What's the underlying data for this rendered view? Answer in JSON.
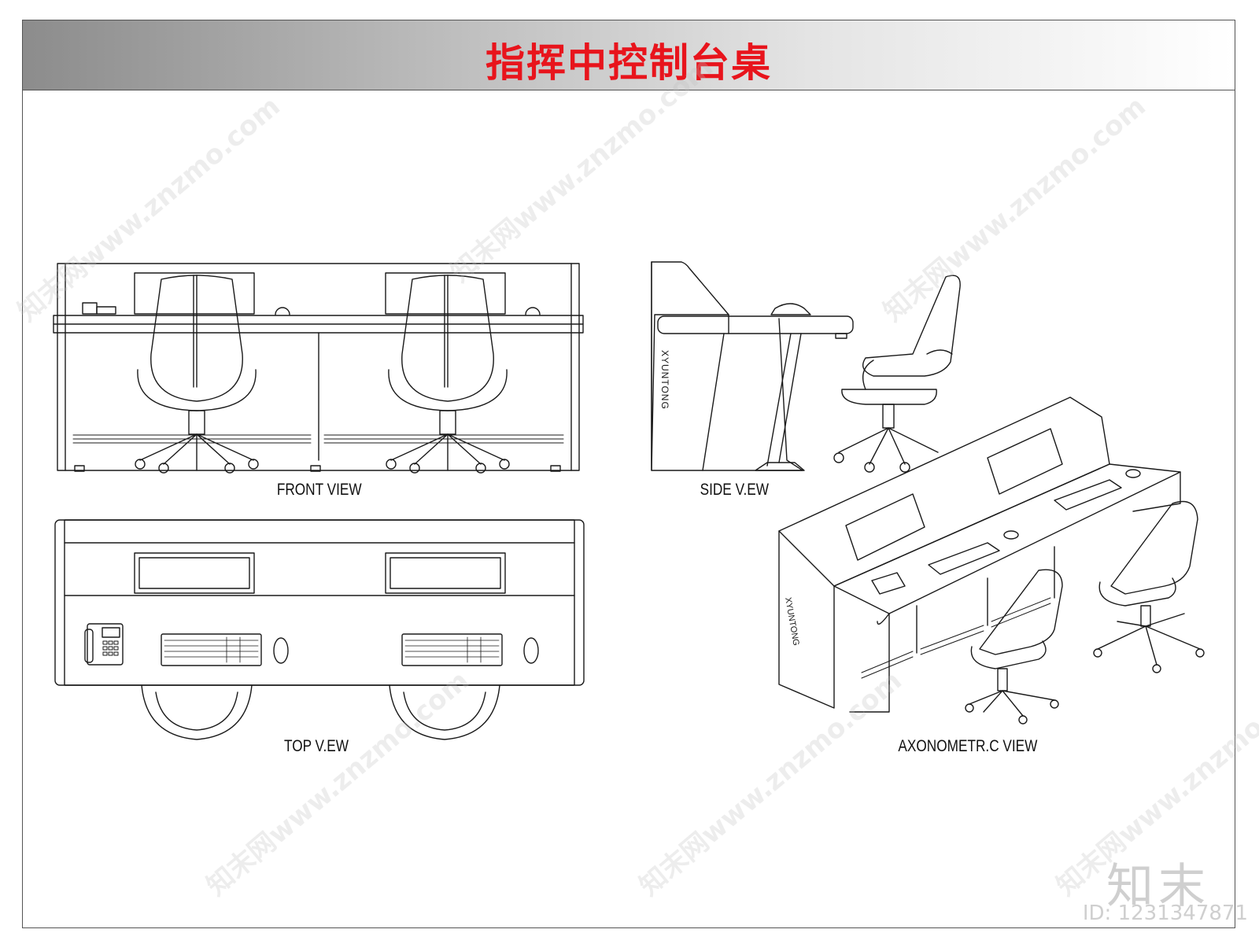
{
  "title": "指挥中控制台桌",
  "views": {
    "front": "FRONT VIEW",
    "side": "SIDE V.EW",
    "top": "TOP V.EW",
    "axonometric": "AXONOMETR.C VIEW"
  },
  "side_panel_text": "XYUNTONG",
  "axon_panel_text": "XYUNTONG",
  "watermark_text": "知末网www.znzmo.com",
  "logo": {
    "name": "知末",
    "id": "ID: 1231347871"
  },
  "colors": {
    "title": "#e8141c",
    "line": "#1a1a1a",
    "watermark": "#bebebe"
  }
}
